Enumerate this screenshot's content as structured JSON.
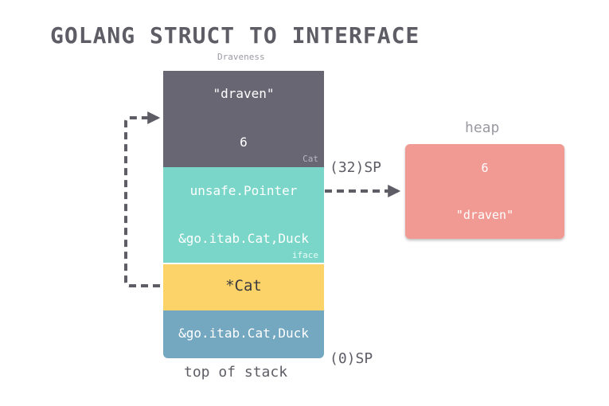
{
  "title": "GOLANG STRUCT TO INTERFACE",
  "author": "Draveness",
  "stack": {
    "cat": {
      "name": "\"draven\"",
      "age": "6",
      "tag": "Cat"
    },
    "iface": {
      "data": "unsafe.Pointer",
      "tab": "&go.itab.Cat,Duck",
      "tag": "iface"
    },
    "ptr": {
      "label": "*Cat"
    },
    "itab": {
      "label": "&go.itab.Cat,Duck"
    },
    "caption": "top of stack"
  },
  "offsets": {
    "sp32": "(32)SP",
    "sp0": "(0)SP"
  },
  "heap": {
    "title": "heap",
    "age": "6",
    "name": "\"draven\""
  },
  "colors": {
    "cat_block": "#686672",
    "iface_block": "#7ad6c8",
    "ptr_block": "#fbd368",
    "itab_block": "#74a7c0",
    "heap_block": "#f19a94",
    "arrow": "#5e5d66"
  }
}
